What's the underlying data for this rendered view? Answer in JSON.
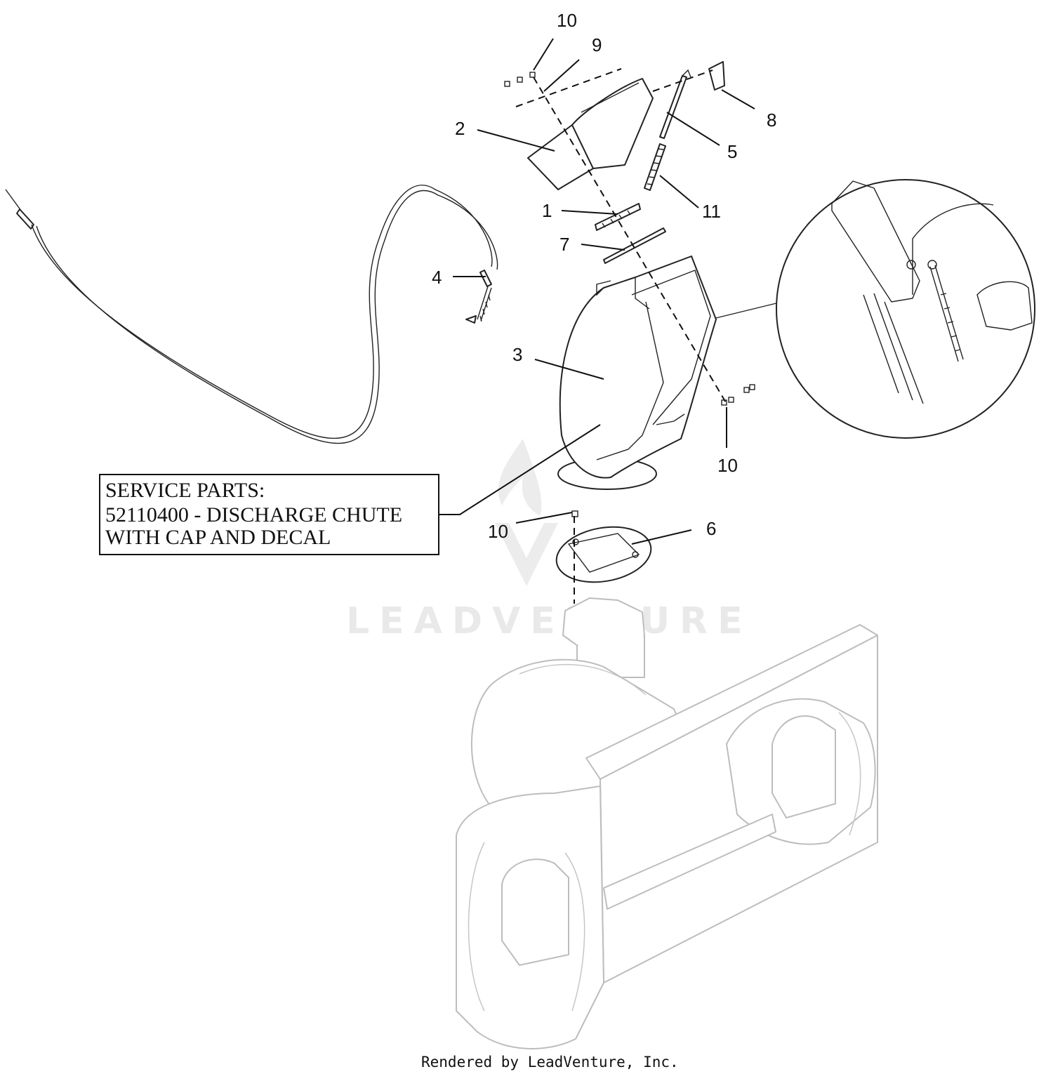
{
  "callouts": {
    "c1": "1",
    "c2": "2",
    "c3": "3",
    "c4": "4",
    "c5": "5",
    "c6": "6",
    "c7": "7",
    "c8": "8",
    "c9": "9",
    "c10a": "10",
    "c10b": "10",
    "c10c": "10",
    "c11": "11"
  },
  "service_box": {
    "line1": "SERVICE PARTS:",
    "line2": "52110400 - DISCHARGE CHUTE",
    "line3": "WITH CAP AND DECAL"
  },
  "watermark": {
    "text": "LEADVENTURE"
  },
  "footer": {
    "text": "Rendered by LeadVenture, Inc."
  },
  "colors": {
    "line": "#222222",
    "ghost": "#bdbdbd",
    "watermark": "#e9e9e9"
  }
}
